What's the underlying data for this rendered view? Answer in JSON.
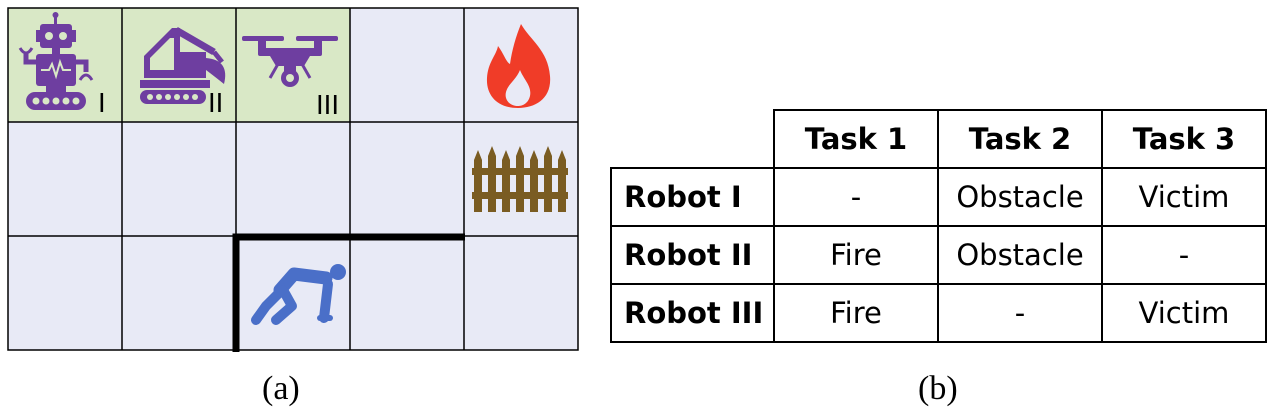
{
  "grid": {
    "rows": 3,
    "cols": 5,
    "cell_fill": "#e8eaf6",
    "robot_cell_fill": "#d9e8c6",
    "robot_icon_color": "#6e3ea0",
    "victim_color": "#4a6fc8",
    "fire_color": "#f03c28",
    "fence_color": "#7a5c22",
    "robot_labels": [
      "I",
      "II",
      "III"
    ],
    "icons": [
      "humanoid-robot-icon",
      "excavator-icon",
      "drone-icon",
      "fire-icon",
      "fence-icon",
      "victim-icon"
    ]
  },
  "caption_a": "(a)",
  "caption_b": "(b)",
  "table": {
    "headers": [
      "",
      "Task 1",
      "Task 2",
      "Task 3"
    ],
    "rows": [
      {
        "label": "Robot I",
        "cells": [
          "-",
          "Obstacle",
          "Victim"
        ]
      },
      {
        "label": "Robot II",
        "cells": [
          "Fire",
          "Obstacle",
          "-"
        ]
      },
      {
        "label": "Robot III",
        "cells": [
          "Fire",
          "-",
          "Victim"
        ]
      }
    ]
  }
}
